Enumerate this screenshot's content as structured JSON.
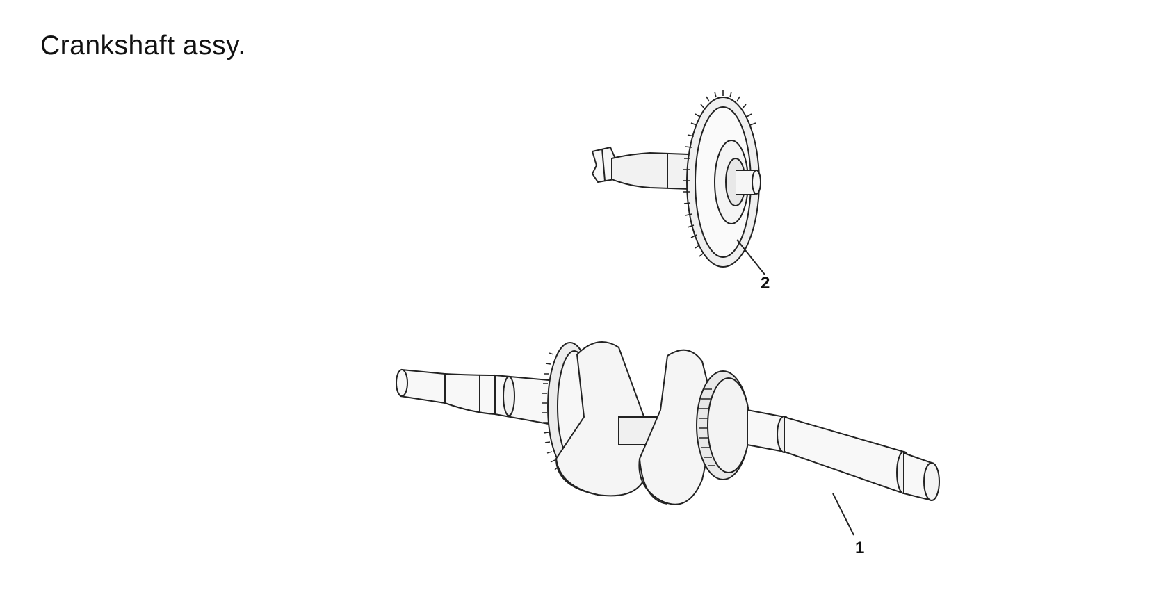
{
  "title": "Crankshaft assy.",
  "callouts": {
    "part1": "1",
    "part2": "2"
  },
  "colors": {
    "line": "#222222",
    "light_fill": "#f4f4f4",
    "shade": "#cfcfcf"
  }
}
